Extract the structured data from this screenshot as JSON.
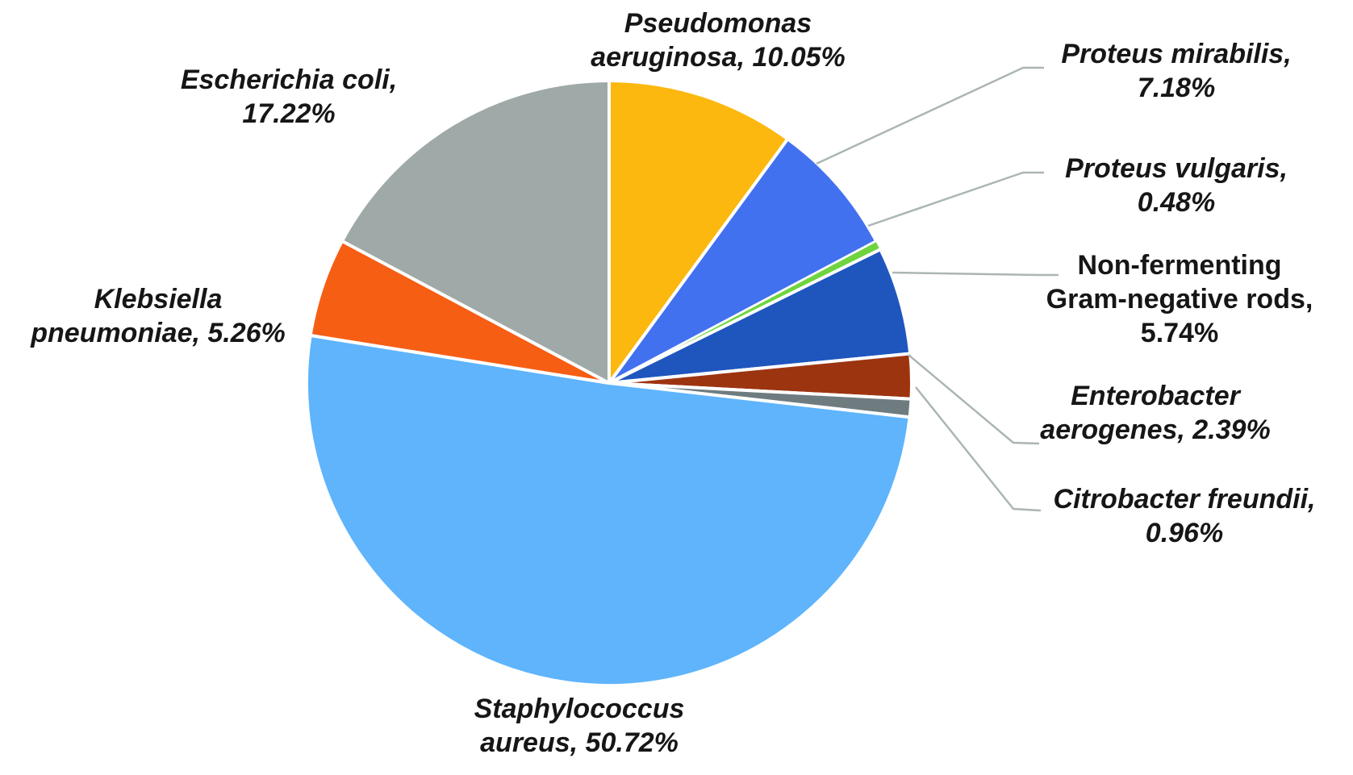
{
  "figure": {
    "background_color": "#ffffff",
    "text_color": "#161616"
  },
  "chart_data": {
    "type": "pie",
    "title": "",
    "start_angle_deg": 0,
    "direction": "clockwise",
    "legend_position": "none",
    "data_labels": "outside, name + percent",
    "leader_line_color": "#abb6b4",
    "slice_border_color": "#ffffff",
    "slices": [
      {
        "label": "Pseudomonas aeruginosa",
        "value": 10.05,
        "display": "Pseudomonas aeruginosa, 10.05%",
        "color": "#FCB80F",
        "italic": true
      },
      {
        "label": "Proteus mirabilis",
        "value": 7.18,
        "display": "Proteus mirabilis, 7.18%",
        "color": "#4271EF",
        "italic": true
      },
      {
        "label": "Proteus vulgaris",
        "value": 0.48,
        "display": "Proteus vulgaris, 0.48%",
        "color": "#6FD43F",
        "italic": true
      },
      {
        "label": "Non-fermenting Gram-negative rods",
        "value": 5.74,
        "display": "Non-fermenting Gram-negative rods, 5.74%",
        "color": "#1F56BE",
        "italic": false
      },
      {
        "label": "Enterobacter aerogenes",
        "value": 2.39,
        "display": "Enterobacter aerogenes, 2.39%",
        "color": "#9D3410",
        "italic": true
      },
      {
        "label": "Citrobacter freundii",
        "value": 0.96,
        "display": "Citrobacter freundii, 0.96%",
        "color": "#6F7C7F",
        "italic": true
      },
      {
        "label": "Staphylococcus aureus",
        "value": 50.72,
        "display": "Staphylococcus aureus, 50.72%",
        "color": "#5FB4FC",
        "italic": true
      },
      {
        "label": "Klebsiella pneumoniae",
        "value": 5.26,
        "display": "Klebsiella pneumoniae, 5.26%",
        "color": "#F65E14",
        "italic": true
      },
      {
        "label": "Escherichia coli",
        "value": 17.22,
        "display": "Escherichia coli, 17.22%",
        "color": "#9FAAA8",
        "italic": true
      }
    ]
  },
  "labels": {
    "pseudomonas": {
      "line1": "Pseudomonas",
      "line2": "aeruginosa, 10.05%"
    },
    "mirabilis": {
      "line1": "Proteus mirabilis,",
      "line2": "7.18%"
    },
    "vulgaris": {
      "line1": "Proteus vulgaris,",
      "line2": "0.48%"
    },
    "nonfermenting": {
      "line1": "Non-fermenting",
      "line2": "Gram-negative rods,",
      "line3": "5.74%"
    },
    "enterobacter": {
      "line1": "Enterobacter",
      "line2": "aerogenes, 2.39%"
    },
    "citrobacter": {
      "line1": "Citrobacter freundii,",
      "line2": "0.96%"
    },
    "staphylococcus": {
      "line1": "Staphylococcus",
      "line2": "aureus, 50.72%"
    },
    "klebsiella": {
      "line1": "Klebsiella",
      "line2": "pneumoniae, 5.26%"
    },
    "escherichia": {
      "line1": "Escherichia coli,",
      "line2": "17.22%"
    }
  }
}
